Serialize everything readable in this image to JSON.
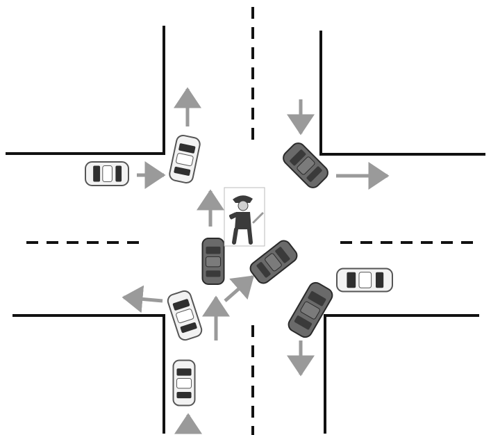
{
  "scene": {
    "type": "intersection-traffic-diagram",
    "colors": {
      "background": "#ffffff",
      "curb": "#111111",
      "lane_divider": "#111111",
      "arrow": "#9a9a9a",
      "light_car_body": "#f2f2f2",
      "light_car_outline": "#555555",
      "dark_car_body": "#6a6a6a",
      "dark_car_outline": "#2a2a2a",
      "glass": "#2f2f2f",
      "officer_box": "#bbbbbb",
      "officer_uniform": "#3b3b3b",
      "officer_skin": "#cfcfcf"
    },
    "vehicles": [
      {
        "name": "car-west-approach",
        "shade": "light"
      },
      {
        "name": "car-west-turning-north",
        "shade": "light"
      },
      {
        "name": "car-north-turning-east",
        "shade": "dark"
      },
      {
        "name": "car-center-northbound",
        "shade": "dark"
      },
      {
        "name": "car-center-diagonal",
        "shade": "dark"
      },
      {
        "name": "car-east-waiting",
        "shade": "light"
      },
      {
        "name": "car-east-turning-south",
        "shade": "dark"
      },
      {
        "name": "car-south-turning-west",
        "shade": "light"
      },
      {
        "name": "car-south-approach",
        "shade": "light"
      }
    ],
    "arrows": [
      "arrow-north-upper",
      "arrow-east-west-approach",
      "arrow-south-from-north",
      "arrow-east-exit",
      "arrow-north-center",
      "arrow-northeast-diagonal",
      "arrow-west-exit",
      "arrow-north-south-lane",
      "arrow-south-exit",
      "arrow-north-bottom"
    ],
    "officer": {
      "name": "traffic-officer"
    }
  }
}
